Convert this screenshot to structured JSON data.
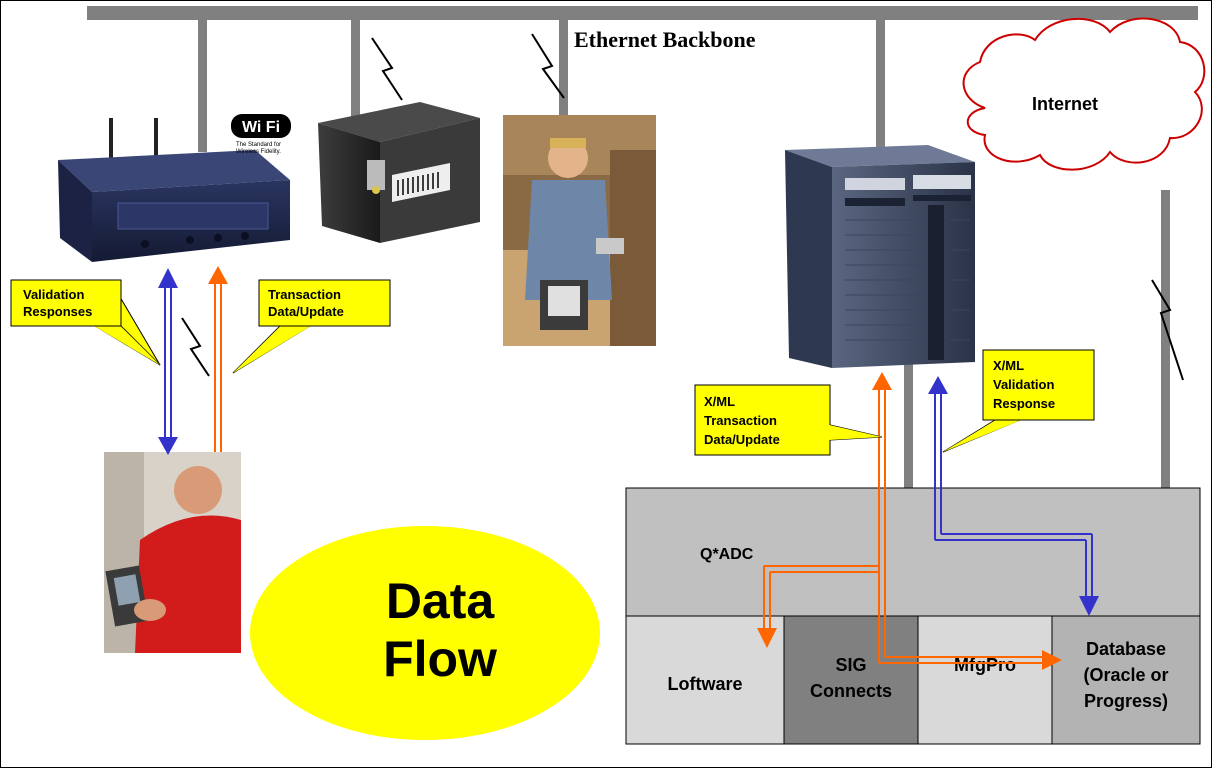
{
  "backbone": {
    "label": "Ethernet Backbone"
  },
  "cloud": {
    "label": "Internet"
  },
  "callouts": {
    "validation": {
      "line1": "Validation",
      "line2": "Responses"
    },
    "transaction": {
      "line1": "Transaction",
      "line2": "Data/Update"
    },
    "xml_transaction": {
      "line1": "X/ML",
      "line2": "Transaction",
      "line3": "Data/Update"
    },
    "xml_validation": {
      "line1": "X/ML",
      "line2": "Validation",
      "line3": "Response"
    }
  },
  "server_stack": {
    "top_label": "Q*ADC",
    "modules": [
      {
        "label": "Loftware"
      },
      {
        "label": "SIG",
        "label2": "Connects"
      },
      {
        "label": "MfgPro"
      },
      {
        "label": "Database",
        "label2": "(Oracle or",
        "label3": "Progress)"
      }
    ]
  },
  "title": {
    "line1": "Data",
    "line2": "Flow"
  },
  "wifi_logo": {
    "text": "Wi Fi",
    "tagline1": "The Standard for",
    "tagline2": "Wireless Fidelity."
  },
  "colors": {
    "backbone": "#808080",
    "validation_arrow": "#3333cc",
    "transaction_arrow": "#ff6600",
    "callout": "#ffff00",
    "title_ellipse": "#ffff00",
    "stack_top": "#c0c0c0",
    "loftware": "#d9d9d9",
    "sig_connects": "#808080",
    "mfgpro": "#d9d9d9",
    "database": "#b3b3b3"
  }
}
